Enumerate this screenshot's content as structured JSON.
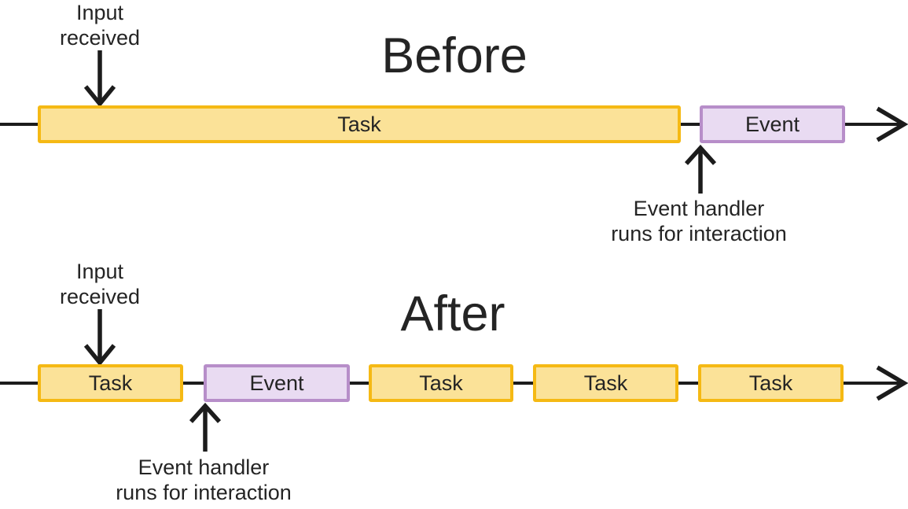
{
  "colors": {
    "task_fill": "#FBE298",
    "task_border": "#F5B914",
    "event_fill": "#E9DBF2",
    "event_border": "#B78EC9",
    "line": "#1C1C1C",
    "text": "#242424",
    "bg": "#FFFFFF"
  },
  "before": {
    "title": "Before",
    "input_annotation": "Input\nreceived",
    "handler_annotation": "Event handler\nruns for interaction",
    "segments": [
      {
        "type": "task",
        "label": "Task"
      },
      {
        "type": "event",
        "label": "Event"
      }
    ]
  },
  "after": {
    "title": "After",
    "input_annotation": "Input\nreceived",
    "handler_annotation": "Event handler\nruns for interaction",
    "segments": [
      {
        "type": "task",
        "label": "Task"
      },
      {
        "type": "event",
        "label": "Event"
      },
      {
        "type": "task",
        "label": "Task"
      },
      {
        "type": "task",
        "label": "Task"
      },
      {
        "type": "task",
        "label": "Task"
      }
    ]
  }
}
